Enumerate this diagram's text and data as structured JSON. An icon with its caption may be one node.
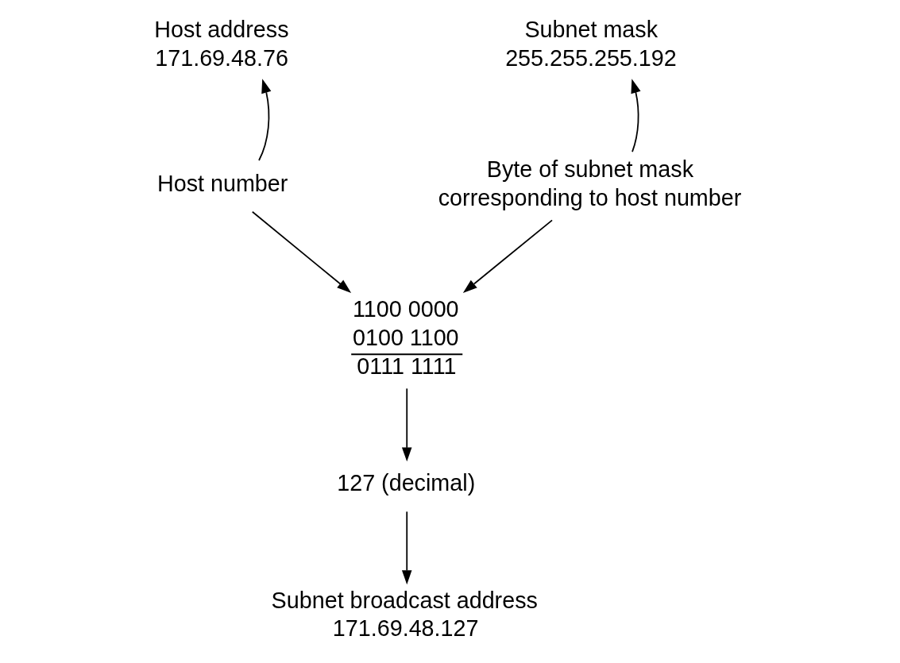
{
  "diagram": {
    "nodes": [
      {
        "text": [
          "Host address",
          "171.69.48.76"
        ]
      },
      {
        "text": [
          "Subnet mask",
          "255.255.255.192"
        ]
      },
      {
        "text": [
          "Host number"
        ]
      },
      {
        "text": [
          "Byte of subnet mask corresponding to host number"
        ]
      },
      {
        "text": [
          "1100 0000",
          "0100 1100",
          "0111 1111"
        ]
      },
      {
        "text": [
          "127 (decimal)"
        ]
      },
      {
        "text": [
          "Subnet broadcast address",
          "171.69.48.127"
        ]
      }
    ],
    "edges": [
      {
        "from": 2,
        "to": 0,
        "arrow": "to"
      },
      {
        "from": 3,
        "to": 1,
        "arrow": "to"
      },
      {
        "from": 2,
        "to": 4,
        "arrow": "to"
      },
      {
        "from": 3,
        "to": 4,
        "arrow": "to"
      },
      {
        "from": 4,
        "to": 5,
        "arrow": "to"
      },
      {
        "from": 5,
        "to": 6,
        "arrow": "to"
      }
    ]
  }
}
